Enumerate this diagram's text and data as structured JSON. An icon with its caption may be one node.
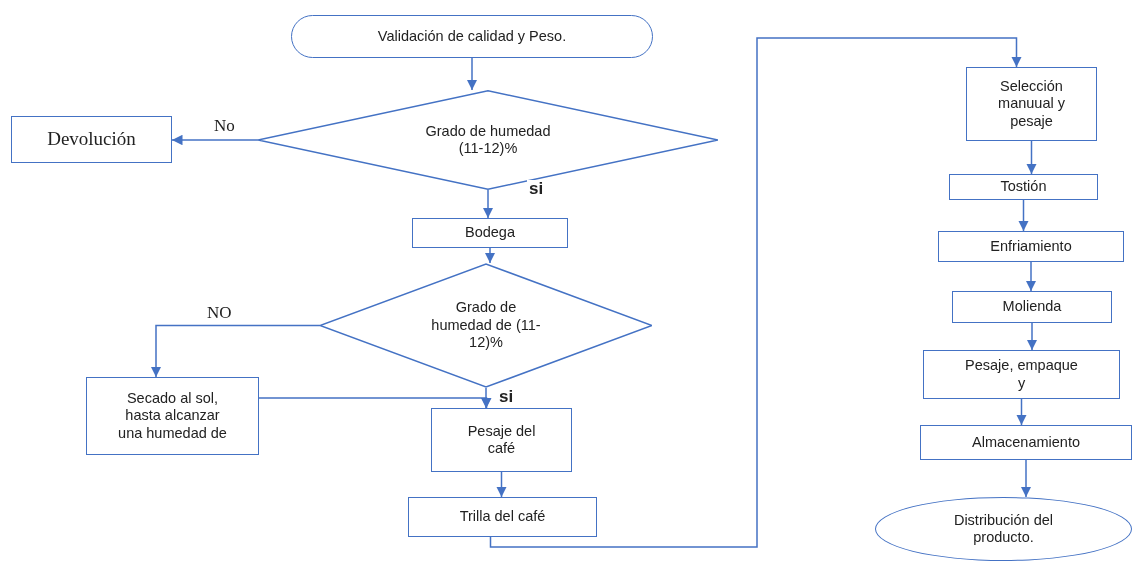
{
  "diagram": {
    "nodes": [
      {
        "text": [
          "Validación de calidad y Peso."
        ]
      },
      {
        "text": [
          "Devolución"
        ]
      },
      {
        "text": [
          "Grado de humedad (11-12)%"
        ]
      },
      {
        "text": [
          "Bodega"
        ]
      },
      {
        "text": [
          "Grado de humedad de (11-12)%"
        ]
      },
      {
        "text": [
          "Secado al sol, hasta alcanzar una humedad de"
        ]
      },
      {
        "text": [
          "Pesaje del café"
        ]
      },
      {
        "text": [
          "Trilla del café"
        ]
      },
      {
        "text": [
          "Selección manuual y pesaje"
        ]
      },
      {
        "text": [
          "Tostión"
        ]
      },
      {
        "text": [
          "Enfriamiento"
        ]
      },
      {
        "text": [
          "Molienda"
        ]
      },
      {
        "text": [
          "Pesaje, empaque y"
        ]
      },
      {
        "text": [
          "Almacenamiento"
        ]
      },
      {
        "text": [
          "Distribución del producto."
        ]
      }
    ],
    "edges": [
      {
        "from": 0,
        "to": 2,
        "arrow": "to"
      },
      {
        "from": 2,
        "to": 1,
        "arrow": "to",
        "label": "No"
      },
      {
        "from": 2,
        "to": 3,
        "arrow": "to",
        "label": "si"
      },
      {
        "from": 3,
        "to": 4,
        "arrow": "to"
      },
      {
        "from": 4,
        "to": 5,
        "arrow": "to",
        "label": "NO"
      },
      {
        "from": 5,
        "to": 6,
        "arrow": "to"
      },
      {
        "from": 4,
        "to": 6,
        "arrow": "to",
        "label": "si"
      },
      {
        "from": 6,
        "to": 7,
        "arrow": "to"
      },
      {
        "from": 7,
        "to": 8,
        "arrow": "to"
      },
      {
        "from": 8,
        "to": 9,
        "arrow": "to"
      },
      {
        "from": 9,
        "to": 10,
        "arrow": "to"
      },
      {
        "from": 10,
        "to": 11,
        "arrow": "to"
      },
      {
        "from": 11,
        "to": 12,
        "arrow": "to"
      },
      {
        "from": 12,
        "to": 13,
        "arrow": "to"
      },
      {
        "from": 13,
        "to": 14,
        "arrow": "to"
      }
    ]
  }
}
